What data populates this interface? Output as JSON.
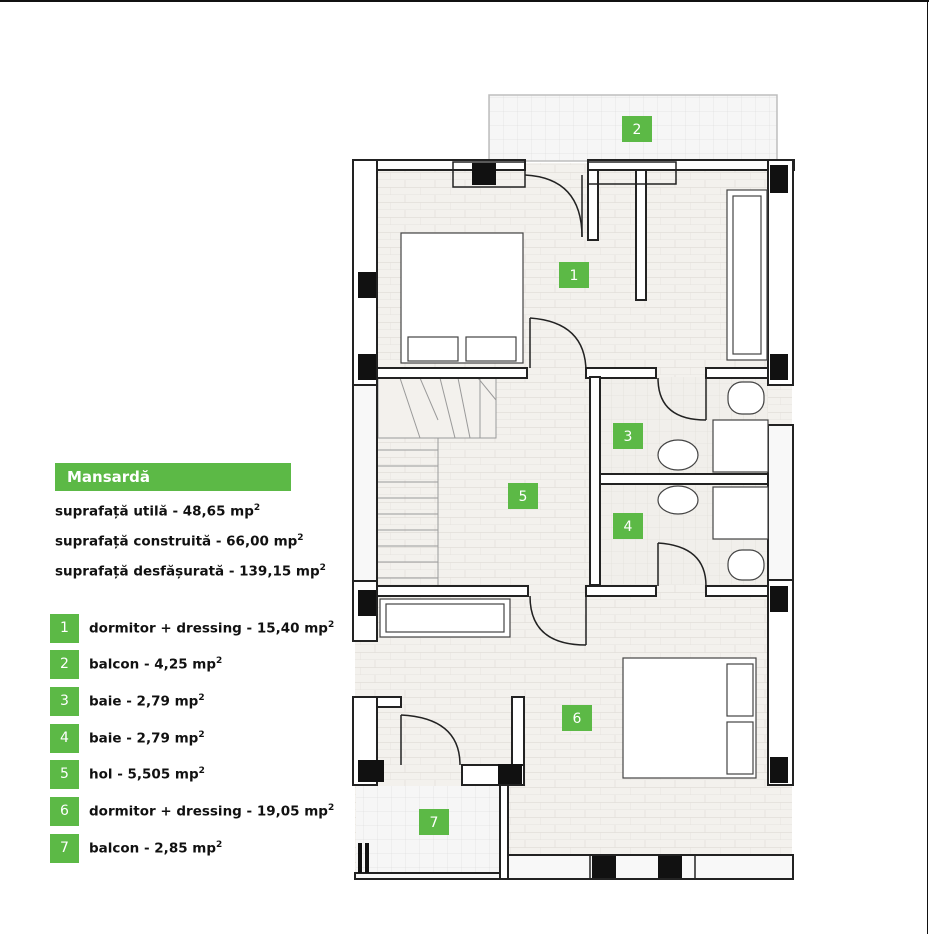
{
  "legend": {
    "title": "Mansardă",
    "areas": [
      {
        "label": "suprafață utilă - 48,65 mp",
        "sup": "2"
      },
      {
        "label": "suprafață construită - 66,00 mp",
        "sup": "2"
      },
      {
        "label": "suprafață desfășurată - 139,15 mp",
        "sup": "2"
      }
    ]
  },
  "rooms": [
    {
      "num": "1",
      "label": "dormitor + dressing - 15,40 mp",
      "sup": "2"
    },
    {
      "num": "2",
      "label": "balcon - 4,25 mp",
      "sup": "2"
    },
    {
      "num": "3",
      "label": "baie - 2,79 mp",
      "sup": "2"
    },
    {
      "num": "4",
      "label": "baie - 2,79 mp",
      "sup": "2"
    },
    {
      "num": "5",
      "label": "hol - 5,505 mp",
      "sup": "2"
    },
    {
      "num": "6",
      "label": "dormitor + dressing - 19,05 mp",
      "sup": "2"
    },
    {
      "num": "7",
      "label": "balcon - 2,85 mp",
      "sup": "2"
    }
  ],
  "colors": {
    "accent": "#5cb946",
    "floor": "#f3f1ed",
    "wall": "#222222",
    "balcony": "#f7f7f7"
  }
}
